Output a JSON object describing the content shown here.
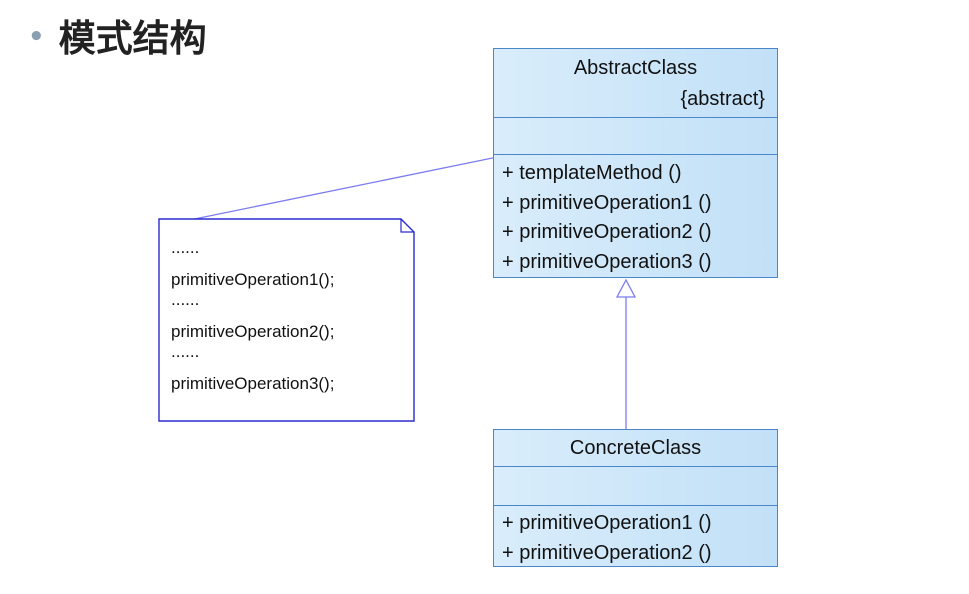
{
  "heading": {
    "bullet": "•",
    "title": "模式结构"
  },
  "abstract_class": {
    "name": "AbstractClass",
    "stereotype": "{abstract}",
    "operations": [
      "+ templateMethod ()",
      "+ primitiveOperation1 ()",
      "+ primitiveOperation2 ()",
      "+ primitiveOperation3 ()"
    ]
  },
  "concrete_class": {
    "name": "ConcreteClass",
    "operations": [
      "+ primitiveOperation1 ()",
      "+ primitiveOperation2 ()"
    ]
  },
  "note": {
    "lines": [
      "......",
      "primitiveOperation1();",
      "......",
      "primitiveOperation2();",
      "......",
      "primitiveOperation3();"
    ]
  },
  "colors": {
    "box_border": "#4a87c8",
    "box_fill": "#c9e4f8",
    "connector": "#7b7bf0",
    "note_border": "#2b2bd0"
  }
}
